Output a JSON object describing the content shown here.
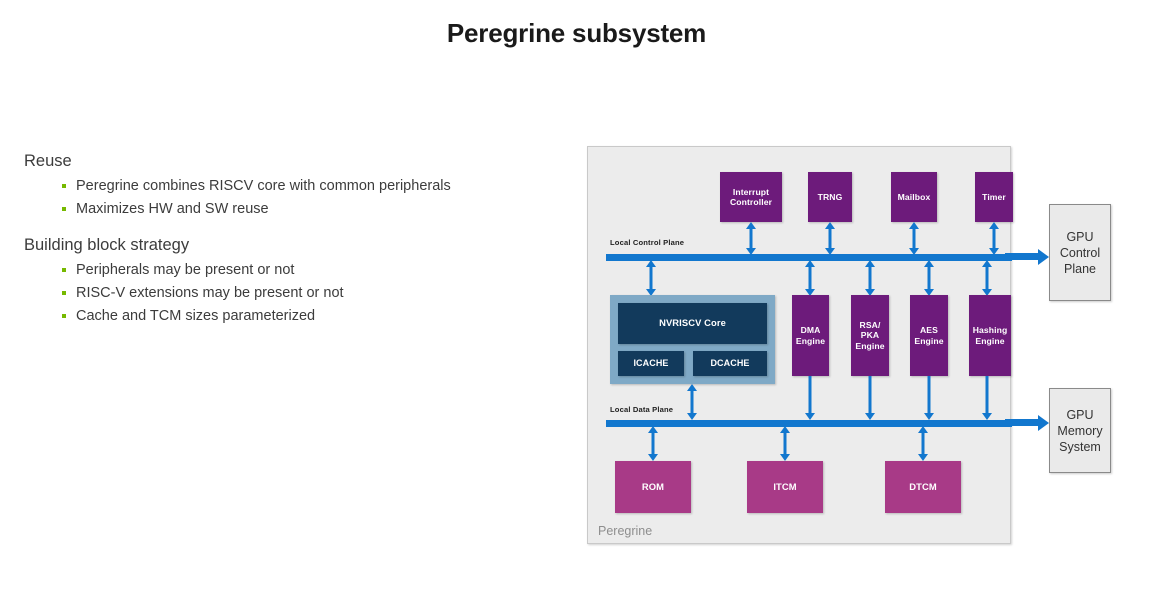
{
  "slide": {
    "title": "Peregrine subsystem",
    "accent_green": "#76b900",
    "bus_blue": "#1277CE",
    "purple": "#6D1B7B",
    "magenta": "#A83A87",
    "navy": "#123A5C",
    "core_wrap_blue": "#7FA9C6",
    "frame_bg": "#ececec"
  },
  "content": {
    "sections": [
      {
        "heading": "Reuse",
        "bullets": [
          "Peregrine combines RISCV core with common peripherals",
          "Maximizes HW and SW reuse"
        ]
      },
      {
        "heading": "Building block strategy",
        "bullets": [
          "Peripherals may be present or not",
          "RISC-V extensions may be present or not",
          "Cache and TCM sizes parameterized"
        ]
      }
    ]
  },
  "diagram": {
    "container_label": "Peregrine",
    "buses": [
      {
        "name": "control",
        "label": "Local Control Plane"
      },
      {
        "name": "data",
        "label": "Local Data Plane"
      }
    ],
    "top_row": [
      {
        "id": "interrupt-controller",
        "label": "Interrupt\nController",
        "color": "purple"
      },
      {
        "id": "trng",
        "label": "TRNG",
        "color": "purple"
      },
      {
        "id": "mailbox",
        "label": "Mailbox",
        "color": "purple"
      },
      {
        "id": "timer",
        "label": "Timer",
        "color": "purple"
      }
    ],
    "core": {
      "id": "nvriscv-core-group",
      "main": "NVRISCV Core",
      "icache": "ICACHE",
      "dcache": "DCACHE"
    },
    "middle_row": [
      {
        "id": "dma-engine",
        "label": "DMA\nEngine",
        "color": "purple"
      },
      {
        "id": "rsa-pka-engine",
        "label": "RSA/\nPKA\nEngine",
        "color": "purple"
      },
      {
        "id": "aes-engine",
        "label": "AES\nEngine",
        "color": "purple"
      },
      {
        "id": "hashing-engine",
        "label": "Hashing\nEngine",
        "color": "purple"
      }
    ],
    "bottom_row": [
      {
        "id": "rom",
        "label": "ROM",
        "color": "magenta"
      },
      {
        "id": "itcm",
        "label": "ITCM",
        "color": "magenta"
      },
      {
        "id": "dtcm",
        "label": "DTCM",
        "color": "magenta"
      }
    ],
    "external": [
      {
        "id": "gpu-control-plane",
        "label": "GPU\nControl\nPlane"
      },
      {
        "id": "gpu-memory-system",
        "label": "GPU\nMemory\nSystem"
      }
    ]
  }
}
